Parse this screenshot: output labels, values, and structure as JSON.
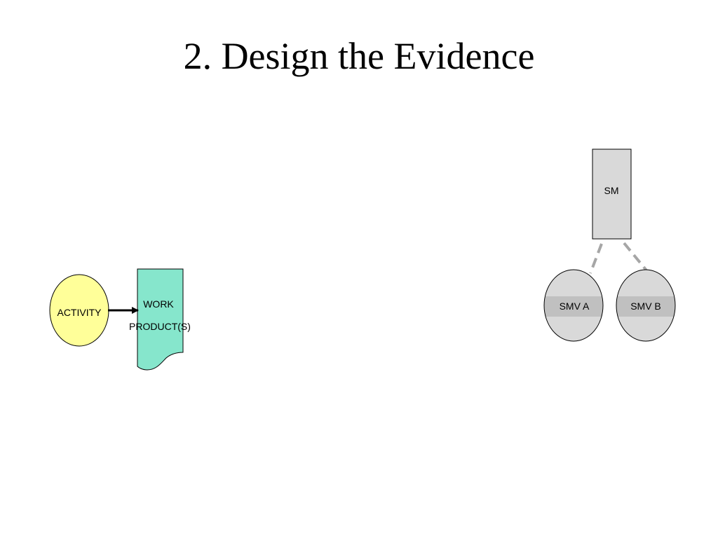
{
  "slide": {
    "title": "2. Design the Evidence"
  },
  "diagram": {
    "activity": {
      "label": "ACTIVITY",
      "color": "#FFFF99"
    },
    "work_product": {
      "label_line1": "WORK",
      "label_line2": "PRODUCT(S)",
      "color": "#86E6CC"
    },
    "student_model": {
      "label": "SM",
      "color": "#D9D9D9"
    },
    "smv_a": {
      "label": "SMV A",
      "color": "#D9D9D9",
      "band_color": "#C0C0C0"
    },
    "smv_b": {
      "label": "SMV B",
      "color": "#D9D9D9",
      "band_color": "#C0C0C0"
    },
    "connector_color": "#A6A6A6"
  }
}
